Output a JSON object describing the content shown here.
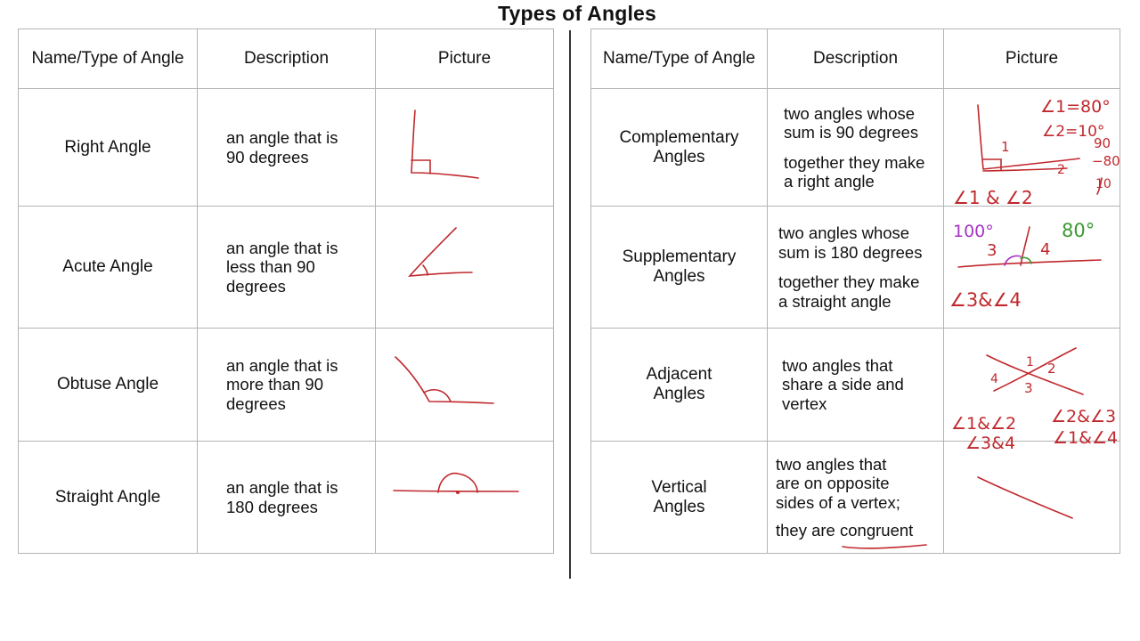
{
  "page": {
    "title": "Types of Angles"
  },
  "left_table": {
    "headers": [
      "Name/Type of Angle",
      "Description",
      "Picture"
    ],
    "rows": [
      {
        "name": "Right Angle",
        "desc": [
          "an angle that is",
          "90 degrees"
        ]
      },
      {
        "name": "Acute Angle",
        "desc": [
          "an angle that is",
          "less than 90",
          "degrees"
        ]
      },
      {
        "name": "Obtuse Angle",
        "desc": [
          "an angle that is",
          "more than 90",
          "degrees"
        ]
      },
      {
        "name": "Straight Angle",
        "desc": [
          "an angle that is",
          "180 degrees"
        ]
      }
    ]
  },
  "right_table": {
    "headers": [
      "Name/Type of Angle",
      "Description",
      "Picture"
    ],
    "rows": [
      {
        "name": [
          "Complementary",
          "Angles"
        ],
        "desc1": [
          "two angles whose",
          "sum is 90 degrees"
        ],
        "desc2": [
          "together they make",
          "a right angle"
        ]
      },
      {
        "name": [
          "Supplementary",
          "Angles"
        ],
        "desc1": [
          "two angles whose",
          "sum is 180 degrees"
        ],
        "desc2": [
          "together they make",
          "a straight angle"
        ]
      },
      {
        "name": [
          "Adjacent",
          "Angles"
        ],
        "desc1": [
          "two angles that",
          "share a side and",
          "vertex"
        ]
      },
      {
        "name": [
          "Vertical",
          "Angles"
        ],
        "desc1": [
          "two angles that",
          "are on opposite",
          "sides of a vertex;"
        ],
        "desc2_prefix": "they are ",
        "desc2_underlined": "congruent"
      }
    ]
  },
  "annotations": {
    "complementary": {
      "eq1": "∠1=80°",
      "eq2": "∠2=10°",
      "sub_top": "90",
      "sub_mid": "−80",
      "sub_bot": "10",
      "label1": "1",
      "label2": "2",
      "pair": "∠1 & ∠2"
    },
    "supplementary": {
      "deg_left": "100°",
      "deg_right": "80°",
      "label3": "3",
      "label4": "4",
      "pair": "∠3&∠4"
    },
    "adjacent": {
      "l1": "1",
      "l2": "2",
      "l3": "3",
      "l4": "4",
      "pair1": "∠1&∠2",
      "pair2": "∠2&∠3",
      "pair3": "∠3&4",
      "pair4": "∠1&∠4"
    }
  },
  "colors": {
    "ink_red": "#c0282d",
    "ink_purple": "#a633c4",
    "ink_green": "#3a9a32",
    "border": "#b4b4b4"
  }
}
